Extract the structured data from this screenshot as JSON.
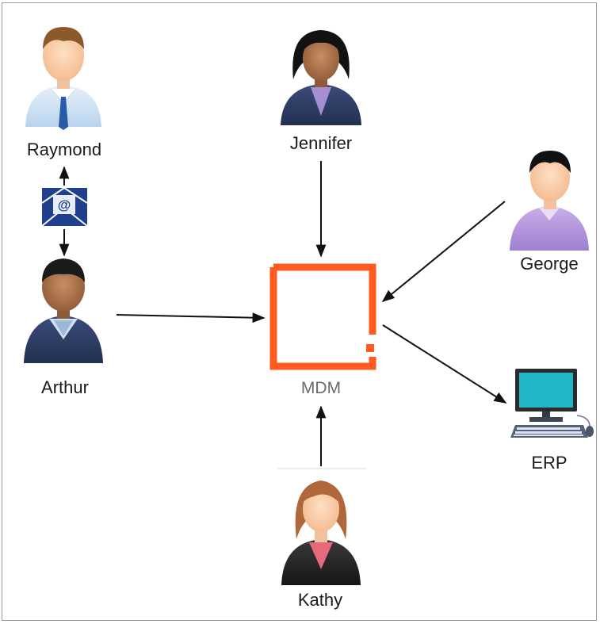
{
  "people": {
    "raymond": "Raymond",
    "jennifer": "Jennifer",
    "george": "George",
    "arthur": "Arthur",
    "kathy": "Kathy"
  },
  "systems": {
    "mdm": "MDM",
    "erp": "ERP"
  },
  "icons": {
    "email": "email-icon",
    "mdm_logo": "mdm-logo-icon",
    "computer": "computer-icon"
  },
  "colors": {
    "mdm_orange": "#ff5a1f",
    "email_blue": "#1f3f8f",
    "computer_teal": "#1fb6c8",
    "arrow": "#111111"
  }
}
